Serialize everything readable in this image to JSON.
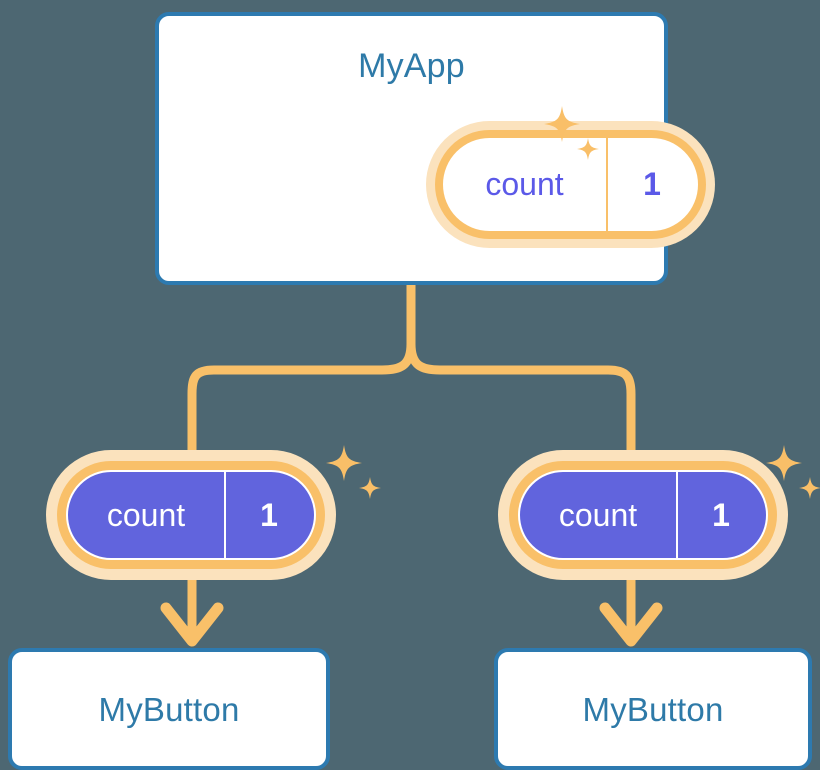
{
  "theme": {
    "background": "#4d6772",
    "card_border": "#2d7ab0",
    "card_title_color": "#2e7aa8",
    "card_background": "#ffffff",
    "pill_ring": "#f9c069",
    "pill_halo": "#fbe2bd",
    "pill_fill": "#6164dd",
    "pill_text_light": "#5b59e8",
    "pill_text_dark": "#ffffff",
    "connector": "#f9c069",
    "sparkle": "#f9bf68"
  },
  "diagram": {
    "type": "component-tree",
    "root": {
      "name": "app-card",
      "title": "MyApp",
      "state": {
        "key": "count",
        "value": "1"
      }
    },
    "children": [
      {
        "name": "button-card-left",
        "title": "MyButton",
        "state": {
          "key": "count",
          "value": "1"
        }
      },
      {
        "name": "button-card-right",
        "title": "MyButton",
        "state": {
          "key": "count",
          "value": "1"
        }
      }
    ]
  },
  "icons": {
    "sparkle_large": "sparkle-icon",
    "sparkle_small": "sparkle-icon",
    "arrow_down": "arrow-down-icon"
  }
}
